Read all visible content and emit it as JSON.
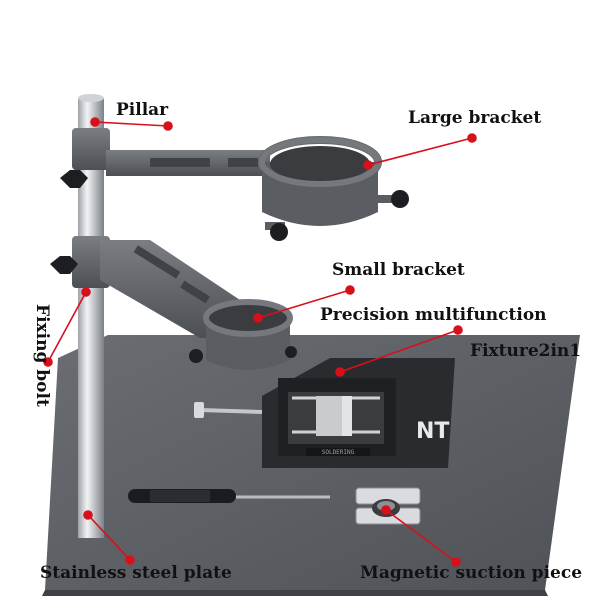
{
  "labels": {
    "pillar": "Pillar",
    "large_bracket": "Large bracket",
    "small_bracket": "Small bracket",
    "precision": "Precision multifunction",
    "fixture": "Fixture2in1",
    "fixing_bolt": "Fixing bolt",
    "stainless": "Stainless steel plate",
    "magnetic": "Magnetic suction piece"
  },
  "branding": {
    "logo_text": "NT",
    "fixture_text": "SOLDERING"
  },
  "colors": {
    "accent": "#d8101c",
    "metal_dark": "#55585d",
    "metal_mid": "#6d7075",
    "plate": "#5c5f64",
    "fixture": "#1f2023"
  }
}
